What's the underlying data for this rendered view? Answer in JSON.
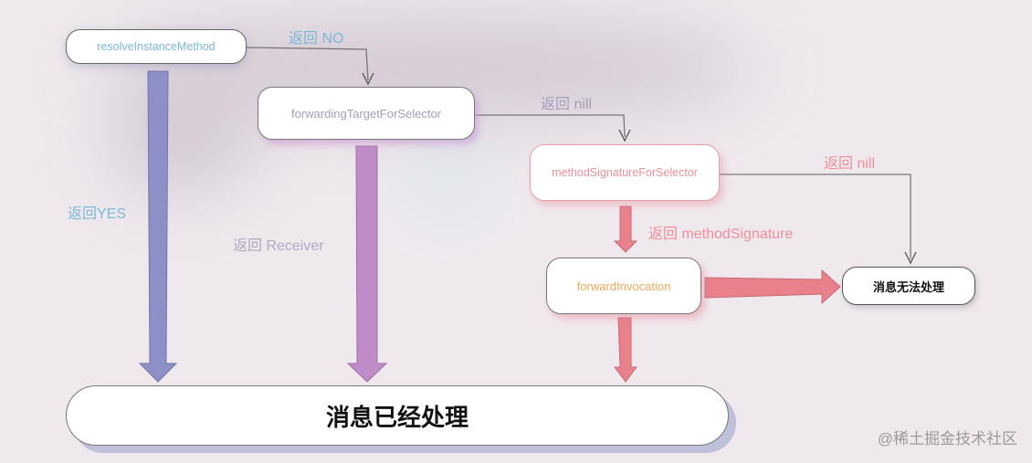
{
  "nodes": {
    "resolve": "resolveInstanceMethod",
    "forwarding_target": "forwardingTargetForSelector",
    "method_signature": "methodSignatureForSelector",
    "forward_invocation": "forwardInvocation",
    "unhandled": "消息无法处理",
    "handled": "消息已经处理"
  },
  "edges": {
    "return_no": "返回 NO",
    "return_nill_1": "返回 nill",
    "return_nill_2": "返回 nill",
    "return_yes": "返回YES",
    "return_receiver": "返回 Receiver",
    "return_method_signature": "返回 methodSignature"
  },
  "watermark": "@稀土掘金技术社区",
  "colors": {
    "blue": "#7cb8d6",
    "purple": "#a89bb8",
    "pink": "#ee8f9b",
    "orange": "#f2a857",
    "blue_arrow": "#8d90c6",
    "purple_arrow": "#c08cc8",
    "pink_arrow": "#e9818d",
    "line": "#777777"
  }
}
